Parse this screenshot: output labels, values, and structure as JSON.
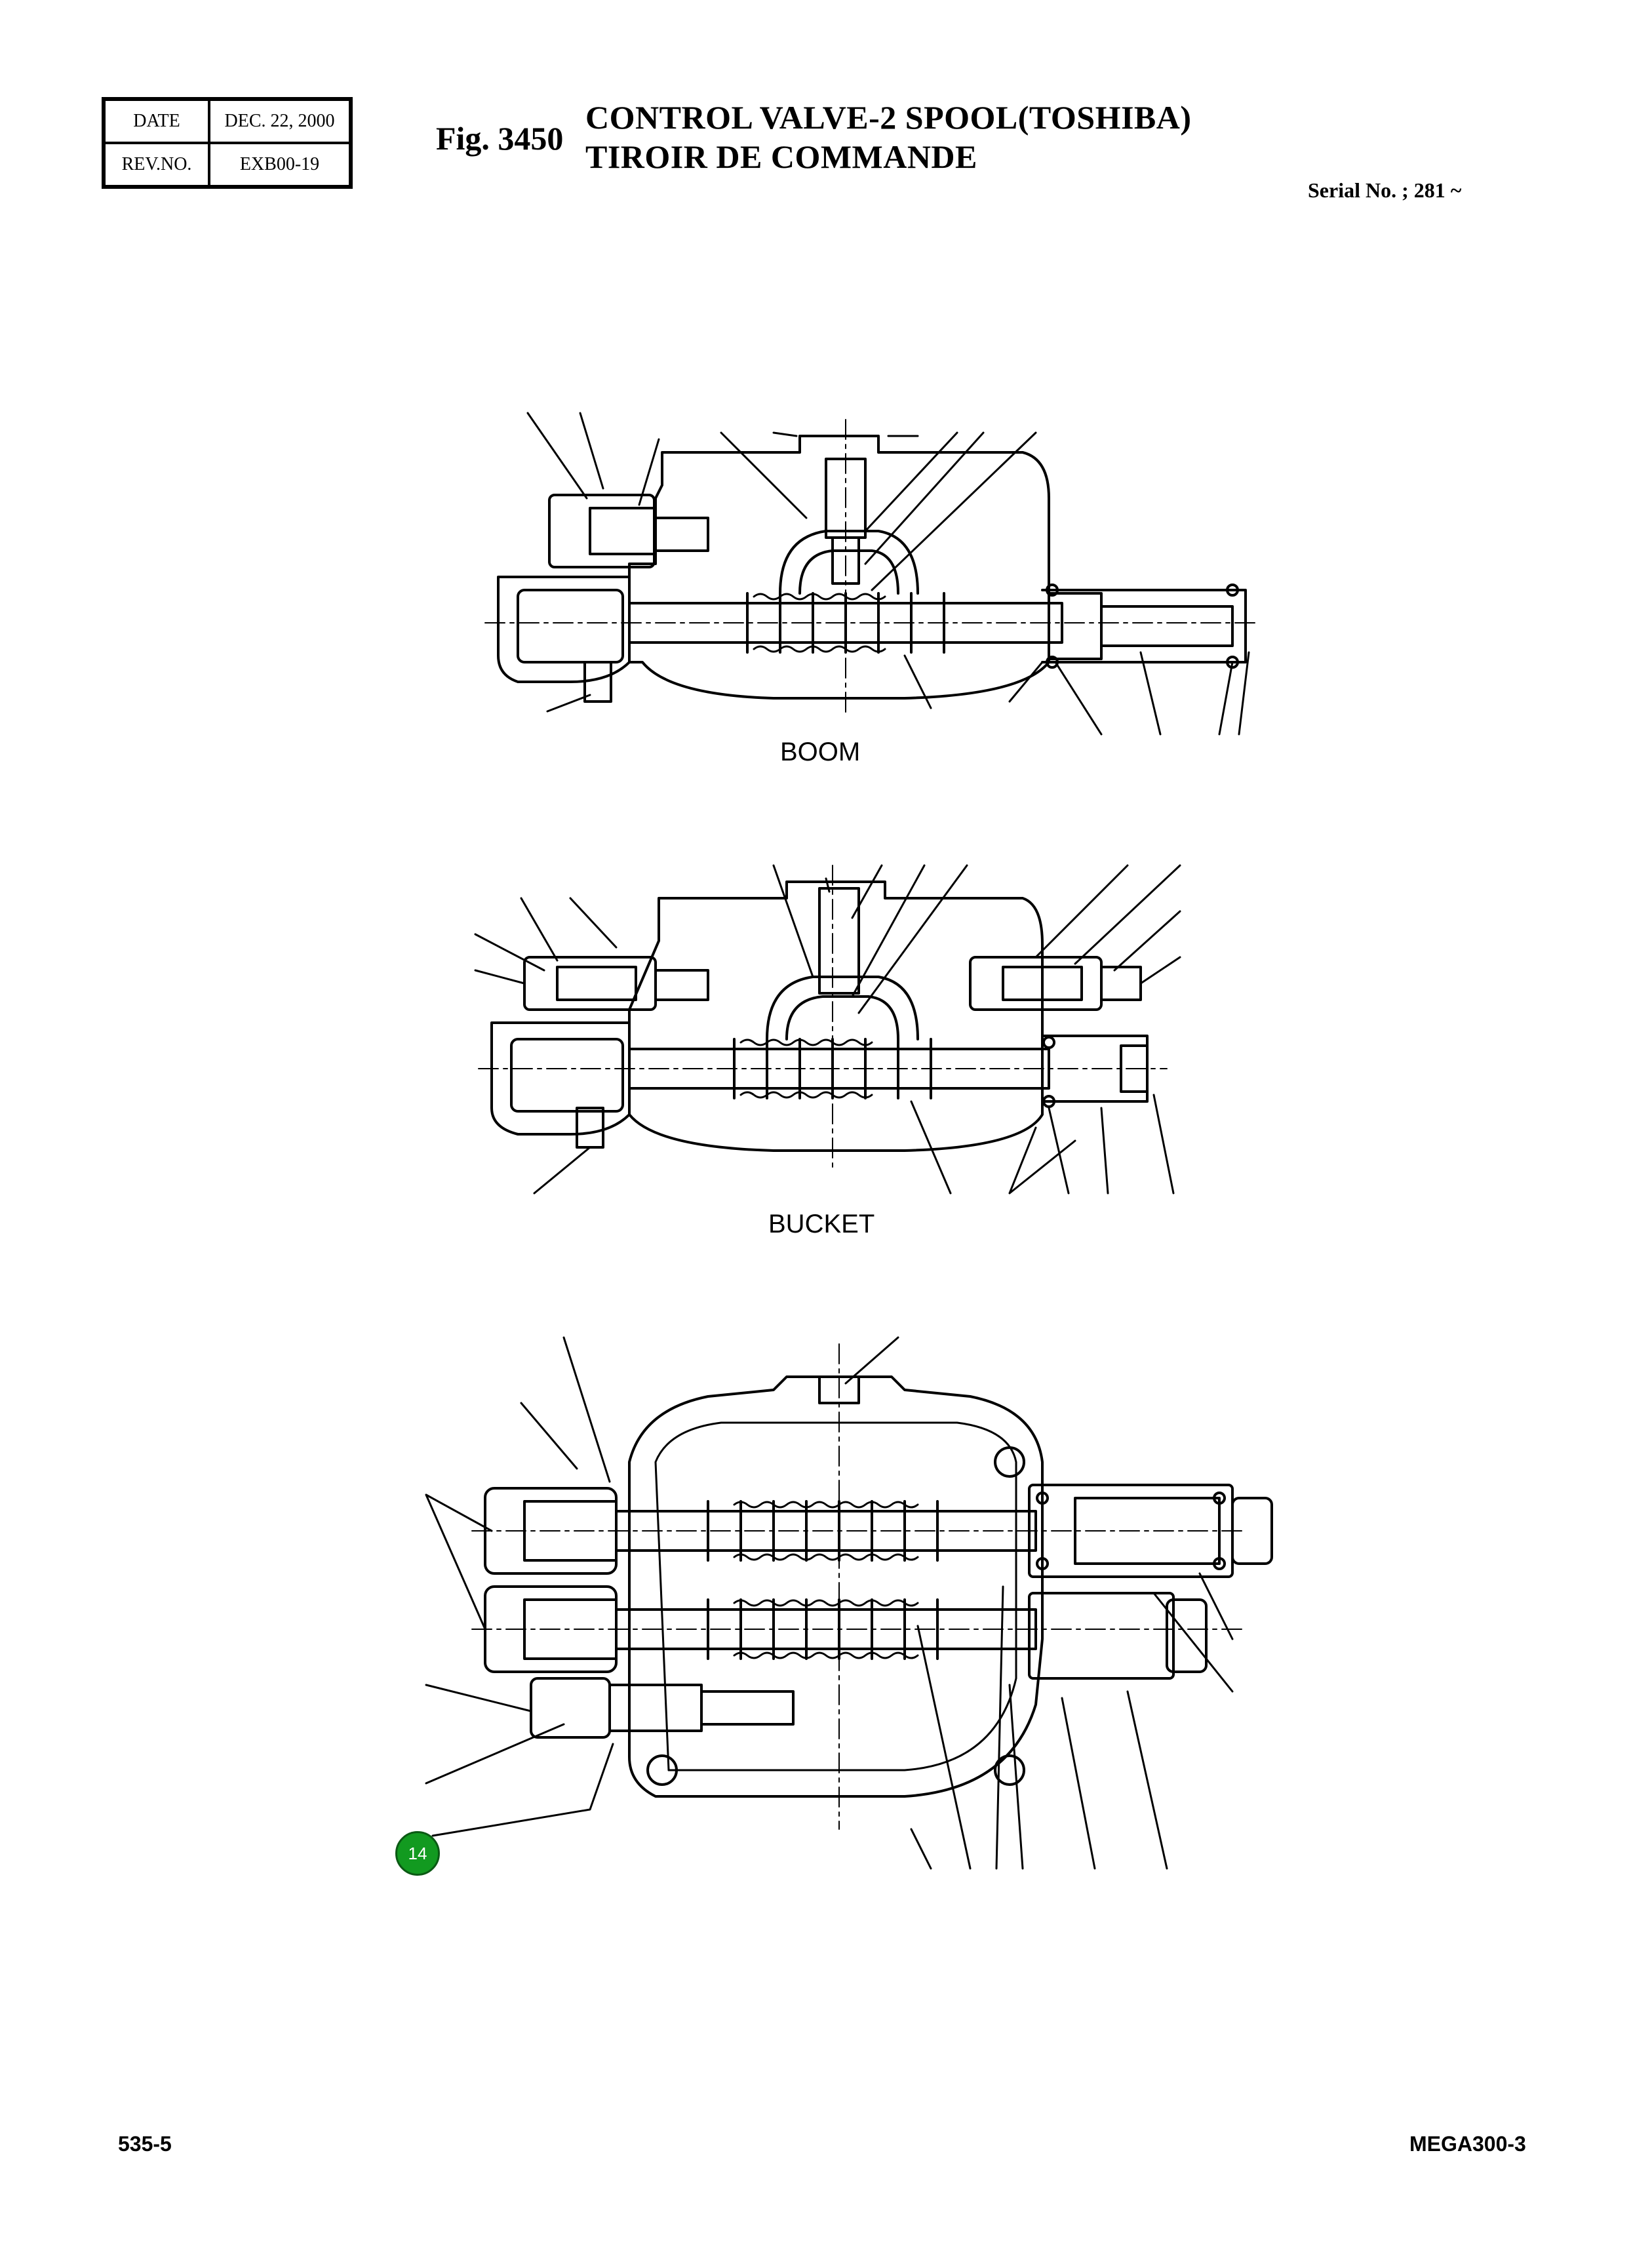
{
  "header": {
    "date_label": "DATE",
    "date_value": "DEC. 22, 2000",
    "rev_label": "REV.NO.",
    "rev_value": "EXB00-19"
  },
  "figure": {
    "number": "Fig. 3450",
    "title_en": "CONTROL VALVE-2 SPOOL(TOSHIBA)",
    "title_fr": "TIROIR DE COMMANDE",
    "serial": "Serial No. ; 281 ~"
  },
  "views": {
    "boom_label": "BOOM",
    "bucket_label": "BUCKET"
  },
  "callouts": [
    {
      "number": "14"
    }
  ],
  "footer": {
    "page": "535-5",
    "model": "MEGA300-3"
  }
}
